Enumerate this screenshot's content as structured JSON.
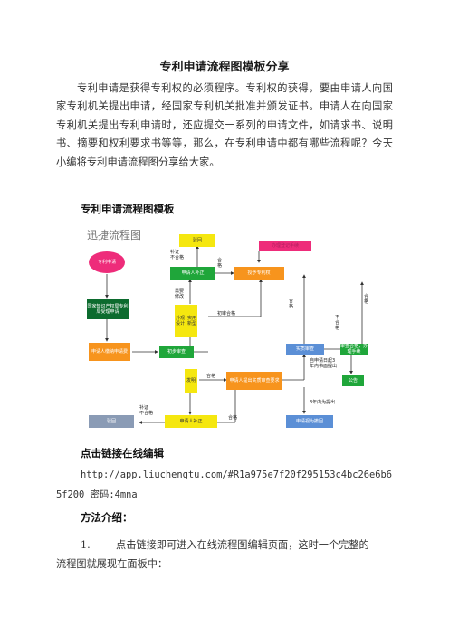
{
  "doc": {
    "title": "专利申请流程图模板分享",
    "intro": "专利申请是获得专利权的必须程序。专利权的获得，要由申请人向国家专利机关提出申请，经国家专利机关批准并颁发证书。申请人在向国家专利机关提出专利申请时，还应提交一系列的申请文件，如请求书、说明书、摘要和权利要求书等等，那么，在专利申请中都有哪些流程呢？今天小编将专利申请流程图分享给大家。",
    "section1": "专利申请流程图模板",
    "section2": "点击链接在线编辑",
    "link": "http://app.liuchengtu.com/#R1a975e7f20f295153c4bc26e6b65f200",
    "link_line1": "http://app.liuchengtu.com/#R1a975e7f20f295153c4bc26e6b6",
    "link_line2": "5f200  密码:4mna",
    "section3": "方法介绍：",
    "step1_num": "1.",
    "step1": "点击链接即可进入在线流程图编辑页面，这时一个完整的",
    "step1_cont": "流程图就展现在面板中："
  },
  "flowchart": {
    "brand": "迅捷流程图",
    "nodes": {
      "start": "专利申请",
      "office": "国家知识产权局专利局受理申请",
      "pay": "申请人缴纳申请费",
      "prelim": "初步审查",
      "reject_top": "驳回",
      "applicant_fix_top": "申请人补正",
      "grant": "授予专利权",
      "register": "办理登记手续",
      "invention": "发明",
      "utility": "实用新型",
      "design": "外观设计",
      "exam_req": "申请人提出实质审查要求",
      "substantive": "实质审查",
      "approve": "审查合格，办理手续",
      "announce": "公告",
      "reject_bottom": "驳回",
      "applicant_fix_bottom": "申请人补正",
      "withdraw": "申请视为撤回"
    },
    "labels": {
      "fix_fail_top": "补证\n不合格",
      "pass1": "合\n格",
      "revise": "需要\n修改",
      "prelim_pass": "初审合格",
      "pass2": "合格",
      "pass3": "合\n格",
      "fail": "不\n合\n格",
      "pass4": "合\n格",
      "within3": "自申请日起3\n年内书面提出",
      "within3b": "3年内为提出",
      "fix_fail_bottom": "补证\n不合格",
      "pass5": "合格"
    },
    "colors": {
      "pink": "#ee2c7a",
      "green": "#1fa63a",
      "dark_green": "#0c6b2e",
      "orange": "#f7941d",
      "yellow": "#f5e70f",
      "blue": "#5b8fd6",
      "gray": "#8a9bb5",
      "purple": "#b01f5f"
    }
  }
}
